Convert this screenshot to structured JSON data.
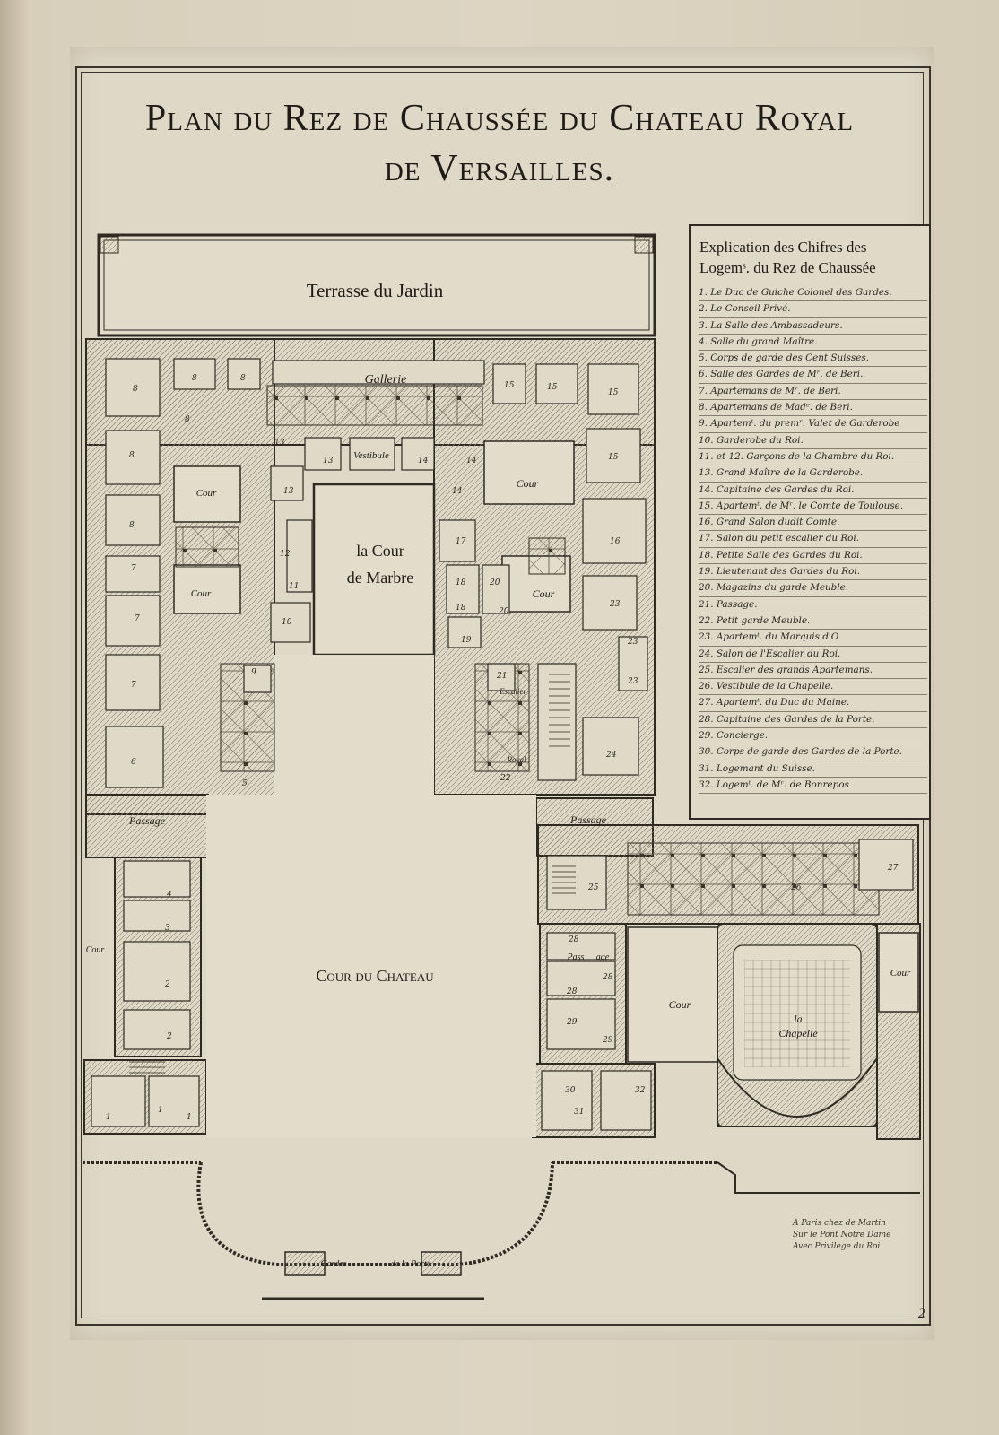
{
  "title": {
    "line1": "Plan du Rez de Chaussée du Chateau Royal",
    "line2": "de Versailles."
  },
  "legend": {
    "heading_line1": "Explication des Chifres des",
    "heading_line2": "Logemˢ. du Rez de Chaussée",
    "items": [
      "1. Le Duc de Guiche Colonel des Gardes.",
      "2. Le Conseil Privé.",
      "3. La Salle des Ambassadeurs.",
      "4. Salle du grand Maître.",
      "5. Corps de garde des Cent Suisses.",
      "6. Salle des Gardes de Mʳ. de Beri.",
      "7. Apartemans de Mʳ. de Beri.",
      "8. Apartemans de Madᵉ. de Beri.",
      "9. Apartemᵗ. du premʳ. Valet de Garderobe",
      "10. Garderobe du Roi.",
      "11. et 12. Garçons de la Chambre du Roi.",
      "13. Grand Maître de la Garderobe.",
      "14. Capitaine des Gardes du Roi.",
      "15. Apartemᵗ. de Mʳ. le Comte de Toulouse.",
      "16. Grand Salon dudit Comte.",
      "17. Salon du petit escalier du Roi.",
      "18. Petite Salle des Gardes du Roi.",
      "19. Lieutenant des Gardes du Roi.",
      "20. Magazins du garde Meuble.",
      "21. Passage.",
      "22. Petit garde Meuble.",
      "23. Apartemᵗ. du Marquis d'O",
      "24. Salon de l'Escalier du Roi.",
      "25. Escalier des grands Apartemans.",
      "26. Vestibule de la Chapelle.",
      "27. Apartemᵗ. du Duc du Maine.",
      "28. Capitaine des Gardes de la Porte.",
      "29. Concierge.",
      "30. Corps de garde des Gardes de la Porte.",
      "31. Logemant du Suisse.",
      "32. Logemᵗ. de Mʳ. de Bonrepos"
    ]
  },
  "map_labels": {
    "terrasse": "Terrasse du Jardin",
    "gallerie": "Gallerie",
    "vestibule": "Vestibule",
    "cour_marbre_1": "la Cour",
    "cour_marbre_2": "de Marbre",
    "cour": "Cour",
    "passage": "Passage",
    "passage_short_1": "Pass",
    "passage_short_2": "age",
    "cour_chateau": "Cour du Chateau",
    "escalier": "Escalier",
    "royal": "Royal",
    "chapelle_1": "la",
    "chapelle_2": "Chapelle",
    "gardes": "Gardes",
    "de_la_porte": "de la Porte"
  },
  "room_numbers": [
    "1",
    "2",
    "3",
    "4",
    "5",
    "6",
    "7",
    "8",
    "9",
    "10",
    "11",
    "12",
    "13",
    "14",
    "15",
    "16",
    "17",
    "18",
    "19",
    "20",
    "21",
    "22",
    "23",
    "24",
    "25",
    "26",
    "27",
    "28",
    "29",
    "30",
    "31",
    "32"
  ],
  "imprint": {
    "line1": "A Paris chez de Martin",
    "line2": "Sur le Pont Notre Dame",
    "line3": "Avec Privilege du Roi"
  },
  "plate_number": "2",
  "colors": {
    "paper": "#dfd8c6",
    "ink": "#2a2620",
    "wall": "#3b352c"
  }
}
